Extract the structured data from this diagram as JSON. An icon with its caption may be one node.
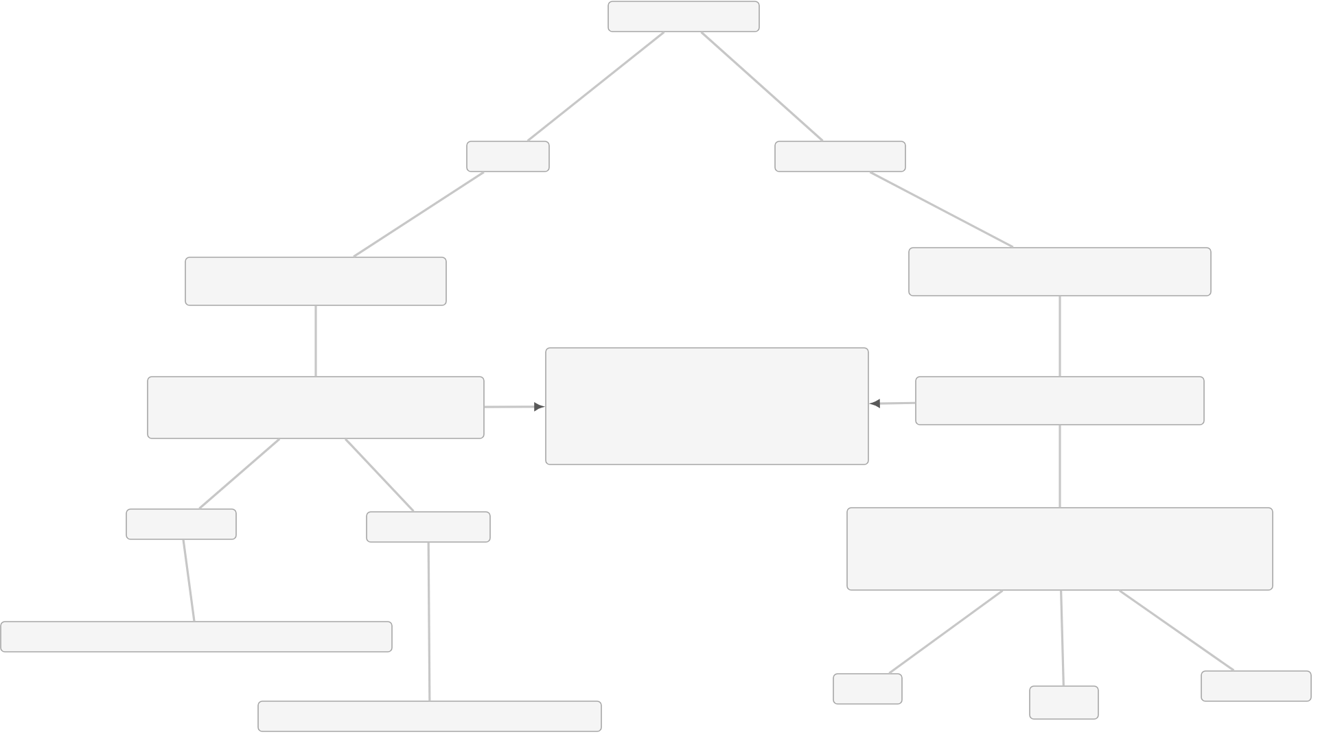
{
  "diagram": {
    "nodes": [
      {
        "text": [],
        "shape": "box"
      },
      {
        "text": [],
        "shape": "box"
      },
      {
        "text": [],
        "shape": "box"
      },
      {
        "text": [],
        "shape": "box"
      },
      {
        "text": [],
        "shape": "box"
      },
      {
        "text": [],
        "shape": "box"
      },
      {
        "text": [],
        "shape": "box"
      },
      {
        "text": [],
        "shape": "box"
      },
      {
        "text": [],
        "shape": "box"
      },
      {
        "text": [],
        "shape": "box"
      },
      {
        "text": [],
        "shape": "box"
      },
      {
        "text": [],
        "shape": "box"
      },
      {
        "text": [],
        "shape": "box"
      },
      {
        "text": [],
        "shape": "box"
      },
      {
        "text": [],
        "shape": "box"
      },
      {
        "text": [],
        "shape": "box"
      }
    ],
    "edges": [
      {
        "from": 0,
        "to": 1,
        "arrow": "none"
      },
      {
        "from": 0,
        "to": 2,
        "arrow": "none"
      },
      {
        "from": 1,
        "to": 3,
        "arrow": "none"
      },
      {
        "from": 2,
        "to": 4,
        "arrow": "none"
      },
      {
        "from": 3,
        "to": 5,
        "arrow": "none"
      },
      {
        "from": 4,
        "to": 7,
        "arrow": "none"
      },
      {
        "from": 5,
        "to": 8,
        "arrow": "none"
      },
      {
        "from": 5,
        "to": 9,
        "arrow": "none"
      },
      {
        "from": 5,
        "to": 6,
        "arrow": "to"
      },
      {
        "from": 7,
        "to": 6,
        "arrow": "to"
      },
      {
        "from": 8,
        "to": 11,
        "arrow": "none"
      },
      {
        "from": 9,
        "to": 12,
        "arrow": "none"
      },
      {
        "from": 7,
        "to": 10,
        "arrow": "none"
      },
      {
        "from": 10,
        "to": 13,
        "arrow": "none"
      },
      {
        "from": 10,
        "to": 14,
        "arrow": "none"
      },
      {
        "from": 10,
        "to": 15,
        "arrow": "none"
      }
    ]
  }
}
